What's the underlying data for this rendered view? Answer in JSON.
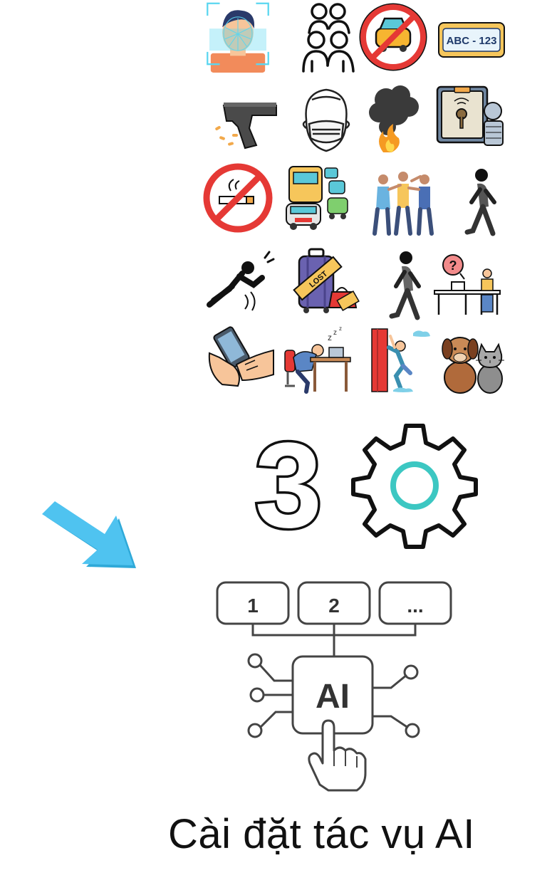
{
  "icons": [
    {
      "name": "face-recognition-icon"
    },
    {
      "name": "crowd-icon"
    },
    {
      "name": "no-parking-icon"
    },
    {
      "name": "license-plate-icon",
      "text": "ABC - 123"
    },
    {
      "name": "gun-icon"
    },
    {
      "name": "face-mask-icon"
    },
    {
      "name": "fire-smoke-icon"
    },
    {
      "name": "access-control-icon"
    },
    {
      "name": "no-smoking-icon"
    },
    {
      "name": "traffic-jam-icon"
    },
    {
      "name": "fighting-icon"
    },
    {
      "name": "walking-person-icon"
    },
    {
      "name": "falling-person-icon"
    },
    {
      "name": "lost-luggage-icon",
      "text": "LOST"
    },
    {
      "name": "walking-person-2-icon"
    },
    {
      "name": "absent-desk-icon"
    },
    {
      "name": "phone-use-icon"
    },
    {
      "name": "sleeping-at-desk-icon"
    },
    {
      "name": "climbing-icon"
    },
    {
      "name": "dog-cat-icon"
    }
  ],
  "step_number": "3",
  "ai_diagram": {
    "options": [
      "1",
      "2",
      "..."
    ],
    "chip_label": "AI"
  },
  "caption": "Cài đặt tác vụ AI",
  "colors": {
    "arrow": "#4fc3f0",
    "gear_ring": "#3cc7c2",
    "outline": "#1a1a1a"
  }
}
